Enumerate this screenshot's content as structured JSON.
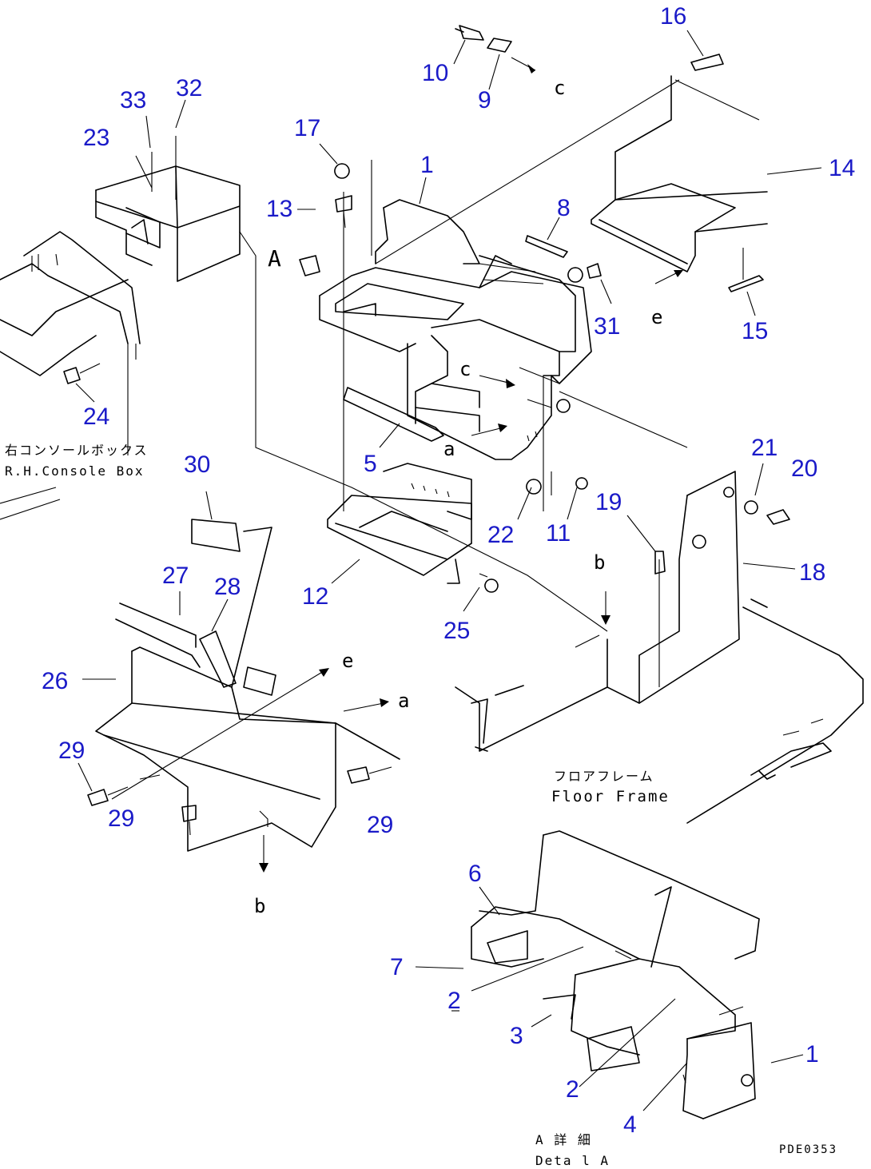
{
  "diagram": {
    "part_labels": {
      "n16": "16",
      "n10": "10",
      "n9": "9",
      "n33": "33",
      "n32": "32",
      "n23": "23",
      "n17": "17",
      "n1_top": "1",
      "n13": "13",
      "n8": "8",
      "n14": "14",
      "n31": "31",
      "n15": "15",
      "n24": "24",
      "n5": "5",
      "n30": "30",
      "n21": "21",
      "n20": "20",
      "n19": "19",
      "n22": "22",
      "n11": "11",
      "n18": "18",
      "n12": "12",
      "n25": "25",
      "n27": "27",
      "n28": "28",
      "n26": "26",
      "n29_a": "29",
      "n29_b": "29",
      "n29_c": "29",
      "n6": "6",
      "n7": "7",
      "n2_a": "2",
      "n3": "3",
      "n2_b": "2",
      "n1_bottom": "1",
      "n4": "4"
    },
    "view_letters": {
      "A": "A",
      "c_top": "c",
      "c_mid": "c",
      "e_top": "e",
      "e_low": "e",
      "a_mid": "a",
      "a_low": "a",
      "b_mid": "b",
      "b_low": "b"
    },
    "notes": {
      "console_box_jp": "右コンソールボックス",
      "console_box_en": "R.H.Console Box",
      "floor_frame_jp": "フロアフレーム",
      "floor_frame_en": "Floor Frame",
      "detail_jp": "A 詳 細",
      "detail_en": "Deta l A",
      "drawing_code": "PDE0353"
    }
  }
}
